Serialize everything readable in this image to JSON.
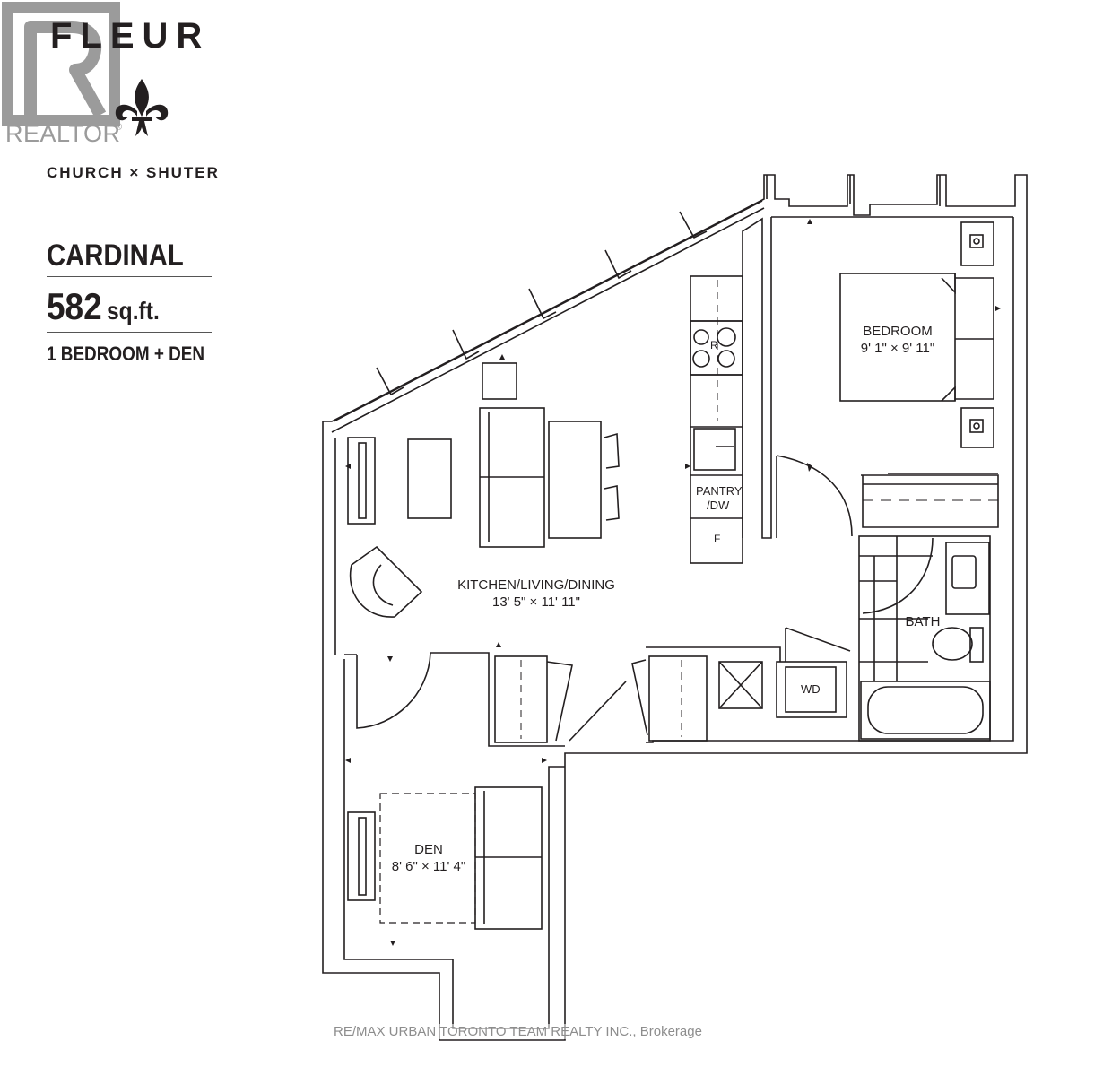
{
  "realtor_logo": {
    "text": "REALTOR",
    "color": "#9b9b9b"
  },
  "brand": {
    "title": "FLEUR",
    "location": "CHURCH × SHUTER"
  },
  "unit": {
    "name": "CARDINAL",
    "area_value": "582",
    "area_unit": "sq.ft.",
    "type": "1 BEDROOM + DEN"
  },
  "rooms": {
    "bedroom": {
      "name": "BEDROOM",
      "dims": "9' 1\" × 9' 11\""
    },
    "kitchen": {
      "name": "KITCHEN/LIVING/DINING",
      "dims": "13' 5\" × 11' 11\""
    },
    "den": {
      "name": "DEN",
      "dims": "8' 6\" × 11' 4\""
    },
    "bath": {
      "name": "BATH"
    }
  },
  "fixtures": {
    "range": "R",
    "pantry_line1": "PANTRY",
    "pantry_line2": "/DW",
    "fridge": "F",
    "washer_dryer": "WD"
  },
  "watermark": "RE/MAX URBAN TORONTO TEAM REALTY INC., Brokerage",
  "colors": {
    "ink": "#231f20",
    "realtor_grey": "#9b9b9b",
    "watermark": "#8d8d8d"
  }
}
